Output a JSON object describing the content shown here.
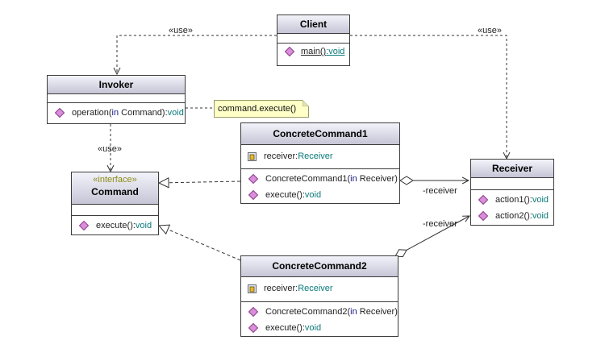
{
  "client": {
    "name": "Client",
    "operations": [
      {
        "name": "main()",
        "type": ":void"
      }
    ]
  },
  "invoker": {
    "name": "Invoker",
    "operations": [
      {
        "name": "operation(",
        "param_kw": "in",
        "param_type": "Command",
        "close": "):",
        "type": "void"
      }
    ]
  },
  "command": {
    "stereotype": "«interface»",
    "name": "Command",
    "operations": [
      {
        "name": "execute():",
        "type": "void"
      }
    ]
  },
  "concrete1": {
    "name": "ConcreteCommand1",
    "attribute": {
      "name": "receiver:",
      "type": "Receiver"
    },
    "operations": [
      {
        "name": "ConcreteCommand1(",
        "param_kw": "in",
        "param_type": "Receiver",
        "close": ")"
      },
      {
        "name": "execute():",
        "type": "void"
      }
    ]
  },
  "concrete2": {
    "name": "ConcreteCommand2",
    "attribute": {
      "name": "receiver:",
      "type": "Receiver"
    },
    "operations": [
      {
        "name": "ConcreteCommand2(",
        "param_kw": "in",
        "param_type": "Receiver",
        "close": ")"
      },
      {
        "name": "execute():",
        "type": "void"
      }
    ]
  },
  "receiver": {
    "name": "Receiver",
    "operations": [
      {
        "name": "action1():",
        "type": "void"
      },
      {
        "name": "action2():",
        "type": "void"
      }
    ]
  },
  "labels": {
    "use_left": "«use»",
    "use_right": "«use»",
    "use_middle": "«use»",
    "receiver_1": "-receiver",
    "receiver_2": "-receiver"
  },
  "note": {
    "text": "command.execute()"
  },
  "colors": {
    "header_top": "#f3f3fb",
    "header_bottom": "#c5c5d6",
    "operation_icon": "#d98ed9",
    "note_fill": "#ffffc8",
    "stereotype": "#8c8c14",
    "type_text": "#0a7a7a"
  }
}
